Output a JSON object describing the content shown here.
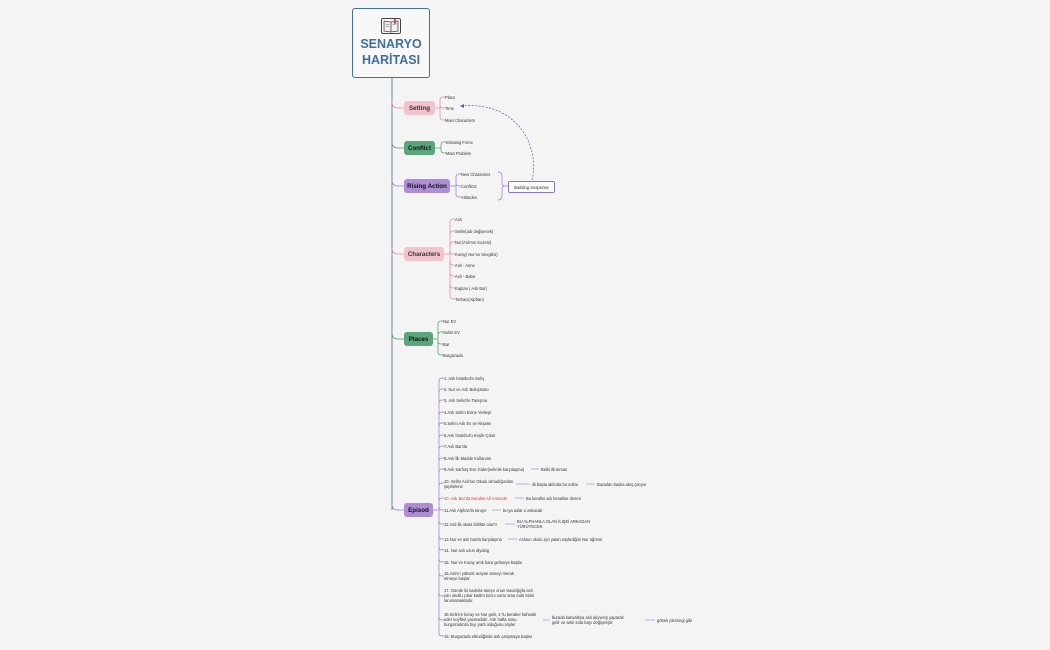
{
  "root": {
    "title_line1": "SENARYO",
    "title_line2": "HARİTASI",
    "icon": "book-icon"
  },
  "colors": {
    "spine": "#3e6fa3",
    "pink": "#e3879a",
    "green": "#4c9a6c",
    "purple": "#9b7acd",
    "dashed": "#3e6fa3"
  },
  "branches": {
    "setting": {
      "label": "Setting",
      "items": [
        "Place",
        "Time",
        "Main Characters"
      ]
    },
    "conflict": {
      "label": "Conflict",
      "items": [
        "Initiating Force",
        "Main Problem"
      ]
    },
    "rising": {
      "label": "Rising Action",
      "items": [
        "New Characters",
        "Conflicts",
        "Attitudes"
      ],
      "summary": "Building Suspense"
    },
    "characters": {
      "label": "Characters",
      "items": [
        "Aslı",
        "Selim(adı değişecek)",
        "Nur(Aslı'nın Kuzeni)",
        "Koray( Nur'un Sevgilisi)",
        "Aslı - Anne",
        "Aslı - Baba",
        "Kaptan ( Aslı Bar)",
        "Torbacı(Alphan)"
      ]
    },
    "places": {
      "label": "Places",
      "items": [
        "Nur EV",
        "Selim EV",
        "Bar",
        "Burgazada"
      ]
    },
    "episod": {
      "label": "Episod",
      "items": [
        "1. Aslı İstanbul'a Geliş",
        "2. Nur ve Aslı Buluşması",
        "3. Aslı Selim'le Tanışma",
        "4.Aslı Selim Evine Yerleşir",
        "5.Selim Aslı Ev ve Akşamı",
        "6.Aslı İstanbul'u Keşfe Çıkar",
        "7.Aslı Bar'da",
        "8.Aslı İlk Madde Kullanımı",
        "9.Aslı Sarhoş Eve Gider(selimle karşılaşma)",
        "10. Selim Aslı'nın Okulu olmadığından şüphelenir",
        "10. Aslı Bar'da Kendini Aê Arasede",
        "11.Aslı Alphan'la tanışır",
        "12.Aslı ilk okula birlikte olur!!!",
        "13.Nur ve aslı barda karşılaşma",
        "14. Nur aslı uzun diyalog",
        "15. Nur ve Koray artık bara gelmeye başlar",
        "16.Aslı'ın yüksek arayan anneyi merak etmeye başlar",
        "17. Günde iki kadınla tanışır onun tanıdığıyla aslı yarı okullu çıkar kadim kızını sorar ama öıdü birini tanımamaktadır.",
        "18.Selim'e koray ve Nur gelir, 4 'lu beraber kahvaltı eder koyfleri yaxmadıdır. Aslı hafta sonu burgazada'da bıyı parti olduğunu söyler",
        "19. Burgazada ettindiğinde aslı çalışmaya başlar"
      ],
      "notes": {
        "n9": "Belki ilk temas",
        "n10a": "ilk başta aklında bu soktu",
        "n10b": "Buradan başka akış çıkıyor",
        "n10c": "Bu kendini adı hesaline deneti",
        "n11": "bu'ya aslar o askacak",
        "n12": "BU ALPHANLA OLAN İLİŞKİ ARKADAN YÜRÜYECEK",
        "n13": "Aslının okulu için yalan söylediğini Nur öğrenir",
        "n18a": "burada kahvaltıya aslı alıyveriş yaparak gelir ve artık sütü bayı değişmiştir",
        "n18b": "göbek plerzingi gibi"
      }
    }
  }
}
